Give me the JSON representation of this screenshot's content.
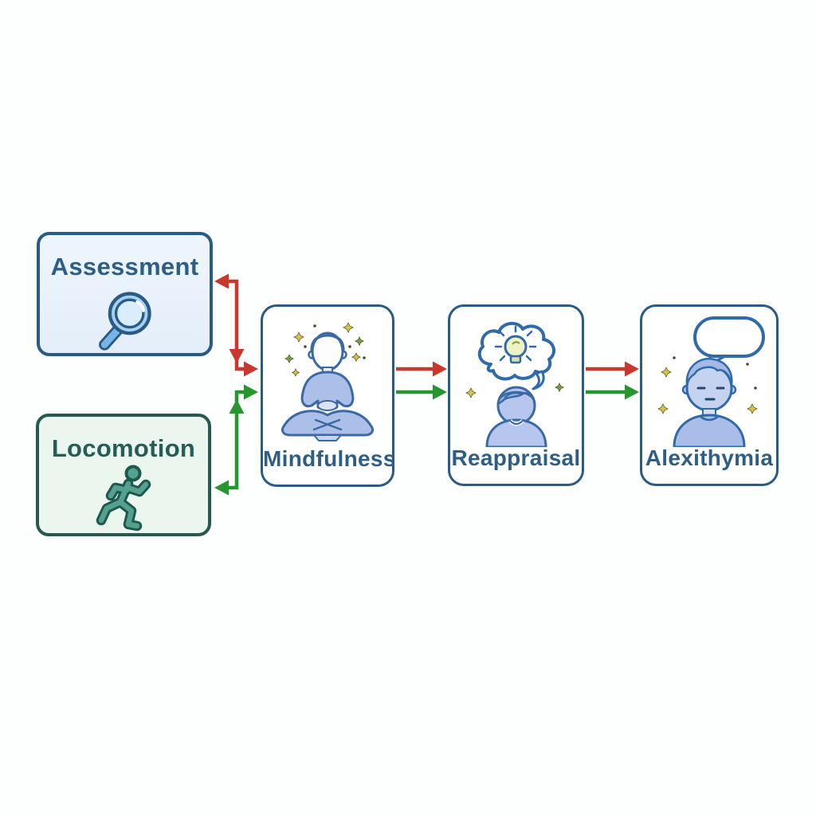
{
  "diagram": {
    "title": "",
    "colors": {
      "red_arrow": "#c9382f",
      "green_arrow": "#27962e",
      "blue_border": "#2a5a86",
      "teal_border": "#265a50",
      "blue_label": "#2d5e86",
      "teal_label": "#265e55",
      "figure_fill": "#abbfe9",
      "figure_outline": "#3a6aa3",
      "assessment_fill": "#e9f1fa",
      "locomotion_fill": "#ebf6ef",
      "sparkle_yellow": "#d8c44a",
      "sparkle_green": "#76a24b"
    },
    "nodes": [
      {
        "id": "assessment",
        "label": "Assessment",
        "icon": "magnifier-icon"
      },
      {
        "id": "locomotion",
        "label": "Locomotion",
        "icon": "runner-icon"
      },
      {
        "id": "mindfulness",
        "label": "Mindfulness",
        "icon": "meditating-person-icon"
      },
      {
        "id": "reappraisal",
        "label": "Reappraisal",
        "icon": "thought-lightbulb-person-icon"
      },
      {
        "id": "alexithymia",
        "label": "Alexithymia",
        "icon": "speech-bubble-person-icon"
      }
    ],
    "edges": [
      {
        "from": "mindfulness",
        "to": "assessment",
        "color": "red",
        "style": "elbow, arrowheads into Assessment and into Mindfulness"
      },
      {
        "from": "mindfulness",
        "to": "locomotion",
        "color": "green",
        "style": "elbow, arrowheads into Locomotion and into Mindfulness"
      },
      {
        "from": "mindfulness",
        "to": "reappraisal",
        "color": "red",
        "style": "straight right"
      },
      {
        "from": "mindfulness",
        "to": "reappraisal",
        "color": "green",
        "style": "straight right"
      },
      {
        "from": "reappraisal",
        "to": "alexithymia",
        "color": "red",
        "style": "straight right"
      },
      {
        "from": "reappraisal",
        "to": "alexithymia",
        "color": "green",
        "style": "straight right"
      }
    ]
  }
}
